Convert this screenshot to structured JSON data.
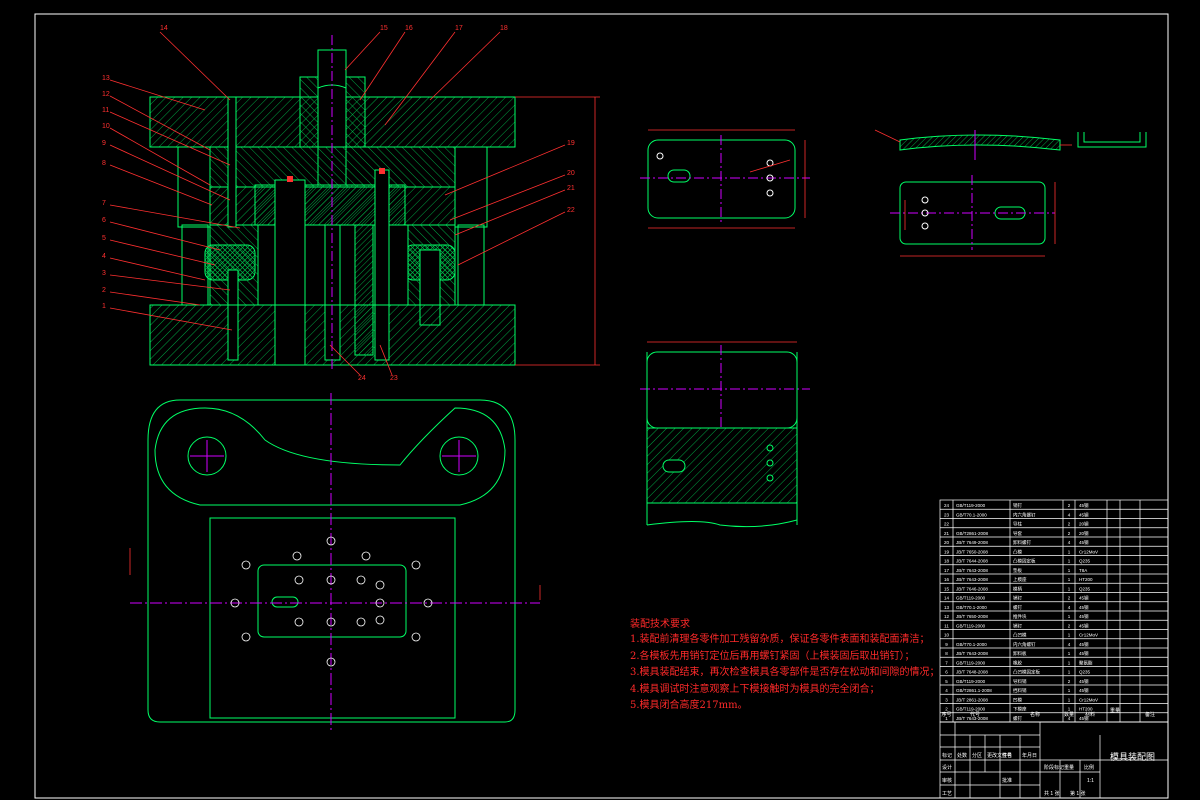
{
  "drawing": {
    "title_block_name": "模具装配图",
    "colors": {
      "background": "#000000",
      "frame": "#ffffff",
      "outline": "#00ff66",
      "hatch": "#00b84a",
      "center": "#d000ff",
      "dimension": "#ff3030",
      "leader": "#ff3030",
      "notes": "#ff2a2a"
    }
  },
  "part_labels": [
    "14",
    "15",
    "16",
    "17",
    "18",
    "13",
    "12",
    "11",
    "10",
    "9",
    "8",
    "7",
    "6",
    "5",
    "4",
    "3",
    "2",
    "1",
    "19",
    "20",
    "21",
    "22",
    "24",
    "23"
  ],
  "technical_requirements": {
    "title": "装配技术要求",
    "lines": [
      "1.装配前清理各零件加工残留杂质，保证各零件表面和装配面清洁；",
      "2.各模板先用销钉定位后再用螺钉紧固（上模装固后取出销钉）；",
      "3.模具装配结束，再次检查模具各零部件是否存在松动和间隙的情况；",
      "4.模具调试时注意观察上下模接触时为模具的完全闭合；",
      "5.模具闭合高度217mm。"
    ]
  },
  "bom": {
    "rows": [
      {
        "no": "24",
        "code": "GB/T119-2000",
        "name": "销钉",
        "qty": "2",
        "mat": "45钢"
      },
      {
        "no": "23",
        "code": "GB/T70.1-2000",
        "name": "内六角螺钉",
        "qty": "4",
        "mat": "45钢"
      },
      {
        "no": "22",
        "code": "",
        "name": "导柱",
        "qty": "2",
        "mat": "20钢"
      },
      {
        "no": "21",
        "code": "GB/T2861-2008",
        "name": "导套",
        "qty": "2",
        "mat": "20钢"
      },
      {
        "no": "20",
        "code": "JB/T 7649-2008",
        "name": "卸料螺钉",
        "qty": "4",
        "mat": "45钢"
      },
      {
        "no": "19",
        "code": "JB/T 7650-2008",
        "name": "凸模",
        "qty": "1",
        "mat": "Cr12MoV"
      },
      {
        "no": "18",
        "code": "JB/T 7644-2008",
        "name": "凸模固定板",
        "qty": "1",
        "mat": "Q235"
      },
      {
        "no": "17",
        "code": "JB/T 7643-2008",
        "name": "垫板",
        "qty": "1",
        "mat": "T8A"
      },
      {
        "no": "16",
        "code": "JB/T 7643-2008",
        "name": "上模座",
        "qty": "1",
        "mat": "HT200"
      },
      {
        "no": "15",
        "code": "JB/T 7646-2008",
        "name": "模柄",
        "qty": "1",
        "mat": "Q235"
      },
      {
        "no": "14",
        "code": "GB/T119-2000",
        "name": "销钉",
        "qty": "2",
        "mat": "45钢"
      },
      {
        "no": "13",
        "code": "GB/T70.1-2000",
        "name": "螺钉",
        "qty": "4",
        "mat": "45钢"
      },
      {
        "no": "12",
        "code": "JB/T 7650-2008",
        "name": "推件块",
        "qty": "1",
        "mat": "45钢"
      },
      {
        "no": "11",
        "code": "GB/T119-2000",
        "name": "销钉",
        "qty": "2",
        "mat": "45钢"
      },
      {
        "no": "10",
        "code": "",
        "name": "凸凹模",
        "qty": "1",
        "mat": "Cr12MoV"
      },
      {
        "no": "9",
        "code": "GB/T70.1-2000",
        "name": "内六角螺钉",
        "qty": "4",
        "mat": "45钢"
      },
      {
        "no": "8",
        "code": "JB/T 7643-2008",
        "name": "卸料板",
        "qty": "1",
        "mat": "45钢"
      },
      {
        "no": "7",
        "code": "GB/T119-2000",
        "name": "橡胶",
        "qty": "1",
        "mat": "聚氨酯"
      },
      {
        "no": "6",
        "code": "JB/T 7648-2008",
        "name": "凸凹模固定板",
        "qty": "1",
        "mat": "Q235"
      },
      {
        "no": "5",
        "code": "GB/T119-2000",
        "name": "导料销",
        "qty": "2",
        "mat": "45钢"
      },
      {
        "no": "4",
        "code": "GB/T2861.1-2008",
        "name": "挡料销",
        "qty": "1",
        "mat": "45钢"
      },
      {
        "no": "3",
        "code": "JB/T 2861-2008",
        "name": "凹模",
        "qty": "1",
        "mat": "Cr12MoV"
      },
      {
        "no": "2",
        "code": "GB/T119-2000",
        "name": "下模座",
        "qty": "1",
        "mat": "HT200"
      },
      {
        "no": "1",
        "code": "JB/T 7643-2008",
        "name": "螺钉",
        "qty": "4",
        "mat": "45钢"
      }
    ],
    "header": {
      "no": "序号",
      "code": "代号",
      "name": "名称",
      "qty": "数量",
      "mat": "材料",
      "weight": "重量",
      "remark": "备注"
    }
  },
  "title_block": {
    "labels": [
      "标记",
      "处数",
      "分区",
      "更改文件号",
      "签名",
      "年月日",
      "设计",
      "审核",
      "工艺",
      "批准",
      "阶段标记",
      "重量",
      "比例",
      "共 1 张",
      "第 1 张"
    ],
    "scale": "1:1"
  }
}
